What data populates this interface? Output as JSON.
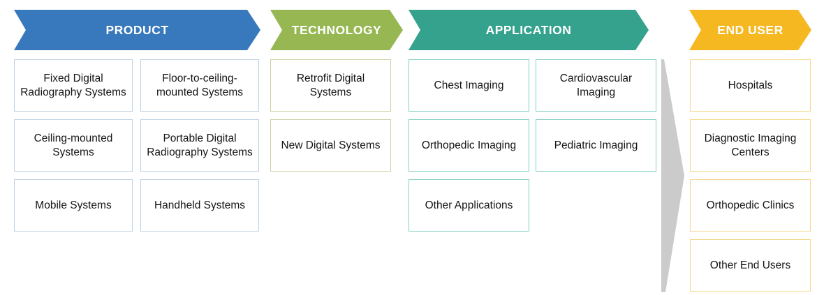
{
  "figure": {
    "background": "#ffffff",
    "connector_color": "#cbcbcb"
  },
  "columns": [
    {
      "id": "product",
      "header": {
        "label": "PRODUCT",
        "fill": "#3878bc",
        "text_color": "#ffffff"
      },
      "box_border": "#bcd0e4",
      "items": [
        "Fixed Digital Radiography Systems",
        "Floor-to-ceiling-mounted Systems",
        "Ceiling-mounted Systems",
        "Portable Digital Radiography Systems",
        "Mobile Systems",
        "Handheld Systems"
      ]
    },
    {
      "id": "technology",
      "header": {
        "label": "TECHNOLOGY",
        "fill": "#96b751",
        "text_color": "#ffffff"
      },
      "box_border": "#cad2a2",
      "items": [
        "Retrofit Digital Systems",
        "New Digital Systems"
      ]
    },
    {
      "id": "application",
      "header": {
        "label": "APPLICATION",
        "fill": "#34a28d",
        "text_color": "#ffffff"
      },
      "box_border": "#82cec3",
      "items": [
        "Chest Imaging",
        "Cardiovascular Imaging",
        "Orthopedic Imaging",
        "Pediatric Imaging",
        "Other Applications"
      ]
    },
    {
      "id": "end_user",
      "header": {
        "label": "END USER",
        "fill": "#f5b821",
        "text_color": "#ffffff"
      },
      "box_border": "#f6d88a",
      "items": [
        "Hospitals",
        "Diagnostic Imaging Centers",
        "Orthopedic Clinics",
        "Other End Users"
      ]
    }
  ]
}
